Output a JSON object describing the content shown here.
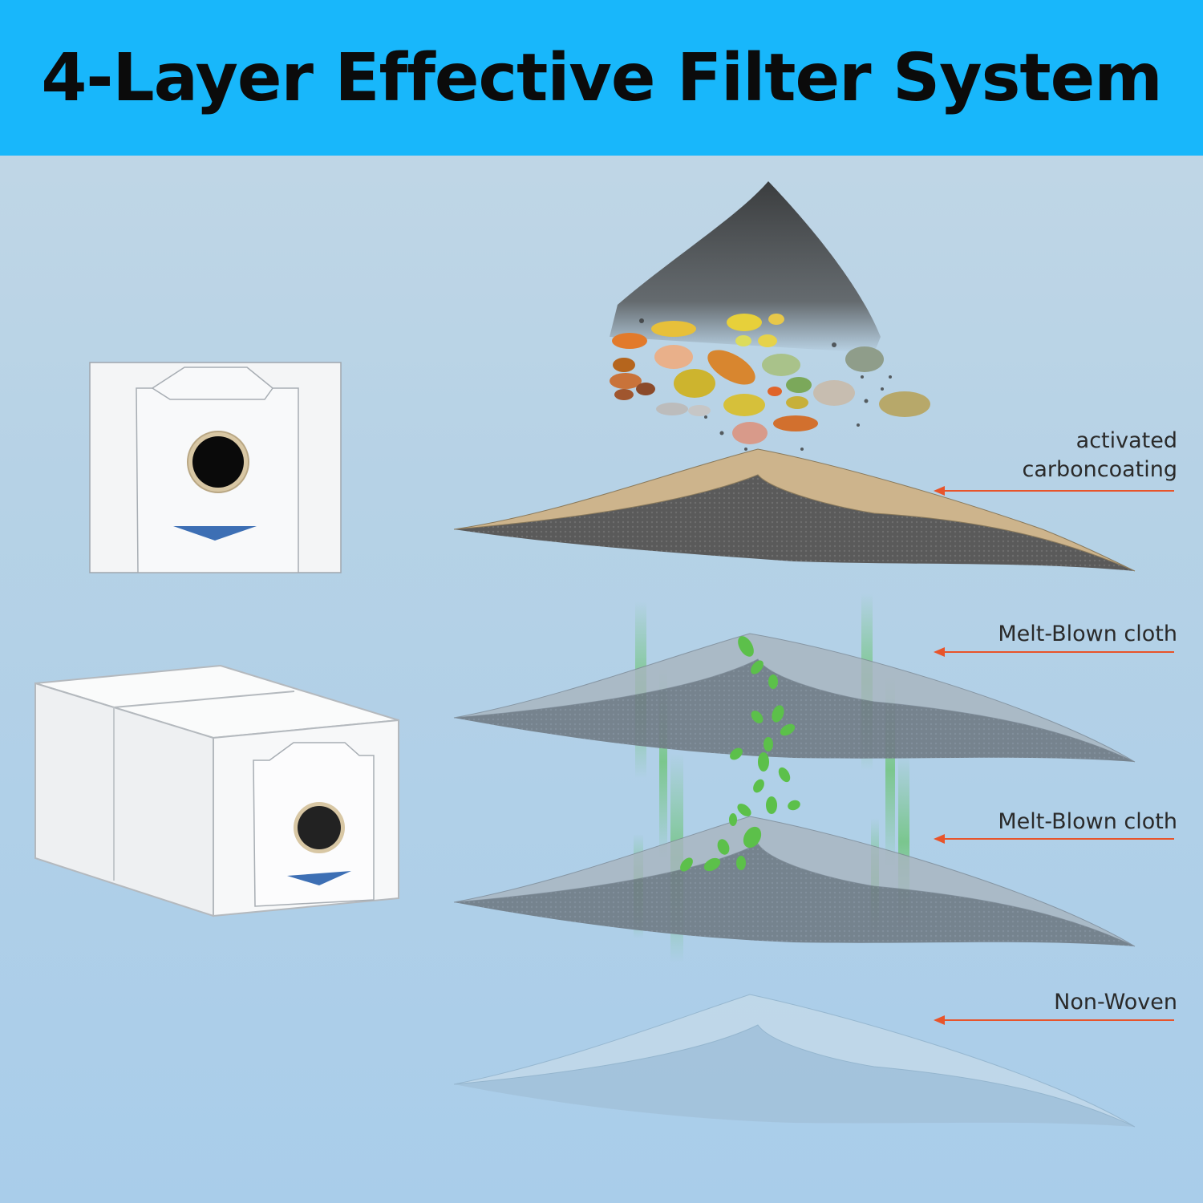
{
  "title": "4-Layer Effective Filter System",
  "colors": {
    "header_bg": "#18b7fb",
    "arrow": "#e8542a",
    "carbon_top": "#cdb48c",
    "carbon_under": "#4a4a4a",
    "bag_accent": "#3d6fb4"
  },
  "layers": [
    {
      "lines": [
        "activated",
        "carboncoating"
      ]
    },
    {
      "lines": [
        "Melt-Blown cloth"
      ]
    },
    {
      "lines": [
        "Melt-Blown cloth"
      ]
    },
    {
      "lines": [
        "Non-Woven"
      ]
    }
  ]
}
